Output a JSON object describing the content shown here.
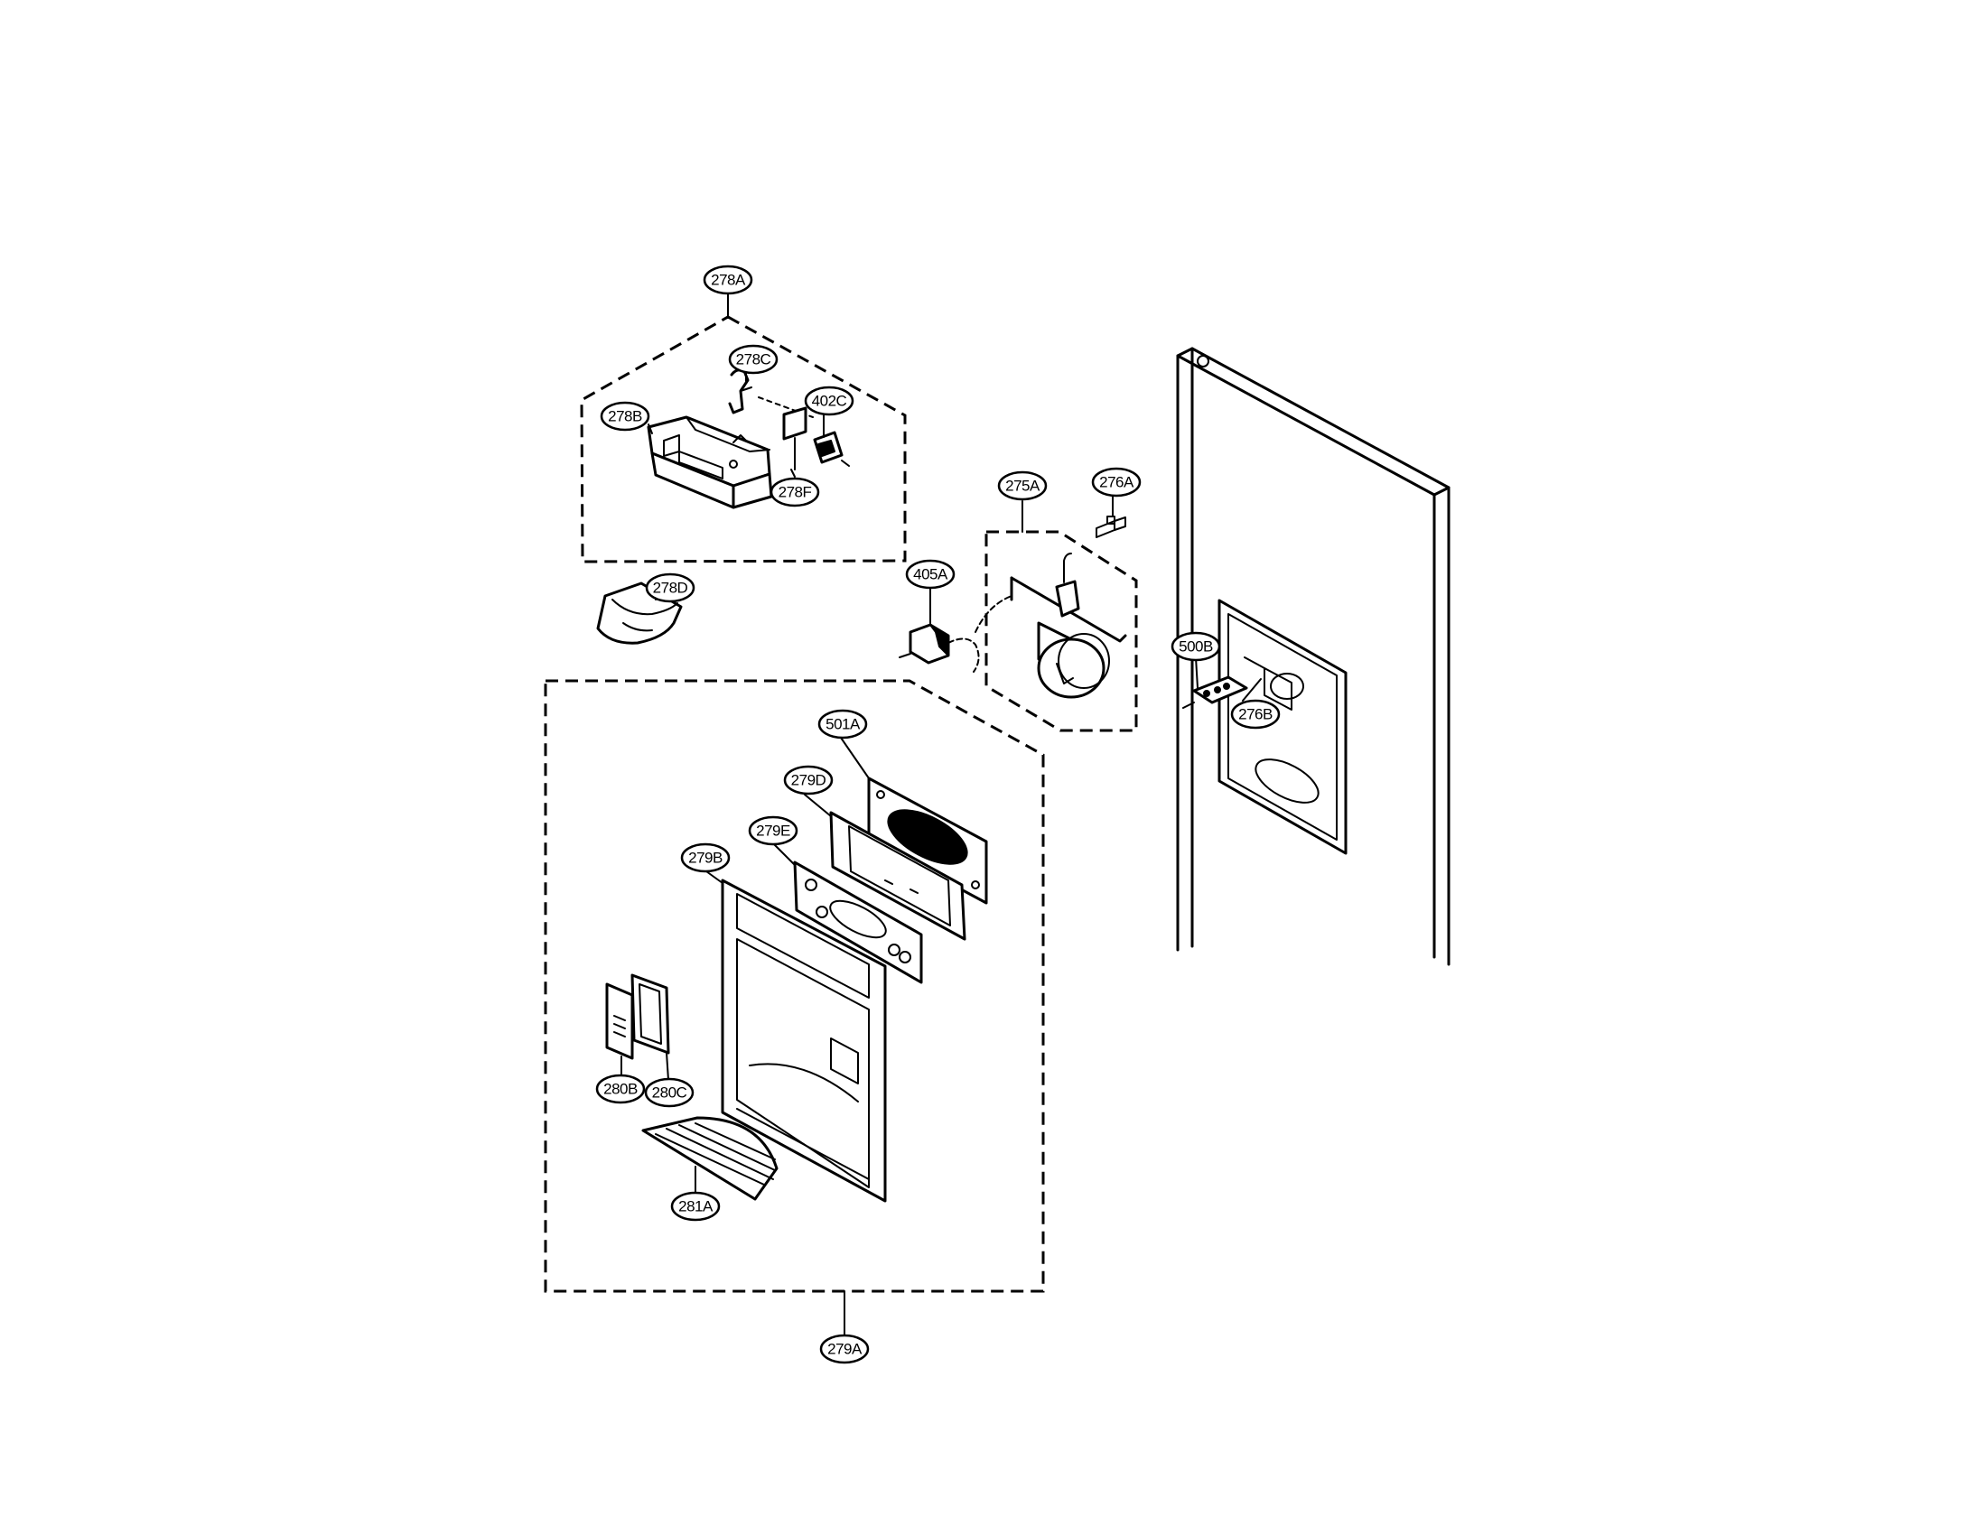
{
  "diagram": {
    "callouts": [
      {
        "id": "278A",
        "label": "278A"
      },
      {
        "id": "278C",
        "label": "278C"
      },
      {
        "id": "402C",
        "label": "402C"
      },
      {
        "id": "278B",
        "label": "278B"
      },
      {
        "id": "278F",
        "label": "278F"
      },
      {
        "id": "278D",
        "label": "278D"
      },
      {
        "id": "275A",
        "label": "275A"
      },
      {
        "id": "276A",
        "label": "276A"
      },
      {
        "id": "405A",
        "label": "405A"
      },
      {
        "id": "500B",
        "label": "500B"
      },
      {
        "id": "276B",
        "label": "276B"
      },
      {
        "id": "501A",
        "label": "501A"
      },
      {
        "id": "279D",
        "label": "279D"
      },
      {
        "id": "279E",
        "label": "279E"
      },
      {
        "id": "279B",
        "label": "279B"
      },
      {
        "id": "280B",
        "label": "280B"
      },
      {
        "id": "280C",
        "label": "280C"
      },
      {
        "id": "281A",
        "label": "281A"
      },
      {
        "id": "279A",
        "label": "279A"
      }
    ]
  }
}
